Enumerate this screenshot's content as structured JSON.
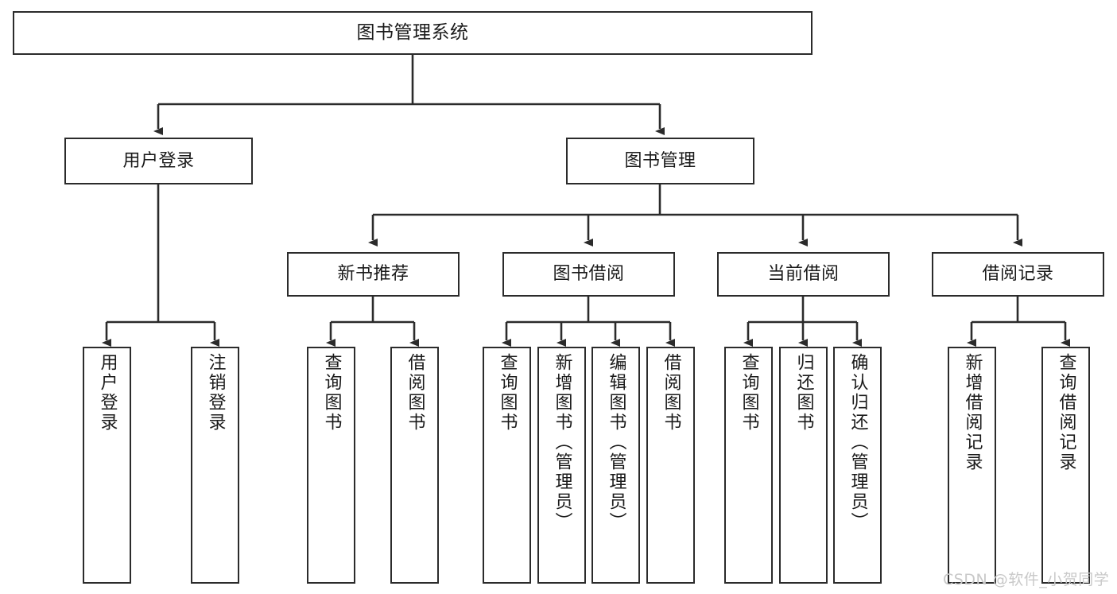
{
  "diagram": {
    "title": "图书管理系统",
    "type": "hierarchy-tree",
    "colors": {
      "box_border": "#2b2b2b",
      "box_fill": "#ffffff",
      "edge": "#2b2b2b",
      "background": "#ffffff",
      "watermark": "#c9c9c9"
    },
    "root": {
      "label": "图书管理系统"
    },
    "level2": [
      {
        "label": "用户登录"
      },
      {
        "label": "图书管理"
      }
    ],
    "level3": [
      {
        "label": "新书推荐"
      },
      {
        "label": "图书借阅"
      },
      {
        "label": "当前借阅"
      },
      {
        "label": "借阅记录"
      }
    ],
    "leaves": {
      "user_login": [
        {
          "label": "用户登录"
        },
        {
          "label": "注销登录"
        }
      ],
      "new_book_recommend": [
        {
          "label": "查询图书"
        },
        {
          "label": "借阅图书"
        }
      ],
      "book_borrow": [
        {
          "label": "查询图书"
        },
        {
          "label": "新增图书（管理员）"
        },
        {
          "label": "编辑图书（管理员）"
        },
        {
          "label": "借阅图书"
        }
      ],
      "current_borrow": [
        {
          "label": "查询图书"
        },
        {
          "label": "归还图书"
        },
        {
          "label": "确认归还（管理员）"
        }
      ],
      "borrow_record": [
        {
          "label": "新增借阅记录"
        },
        {
          "label": "查询借阅记录"
        }
      ]
    }
  },
  "watermark": {
    "text": "CSDN @软件_小贺同学"
  }
}
